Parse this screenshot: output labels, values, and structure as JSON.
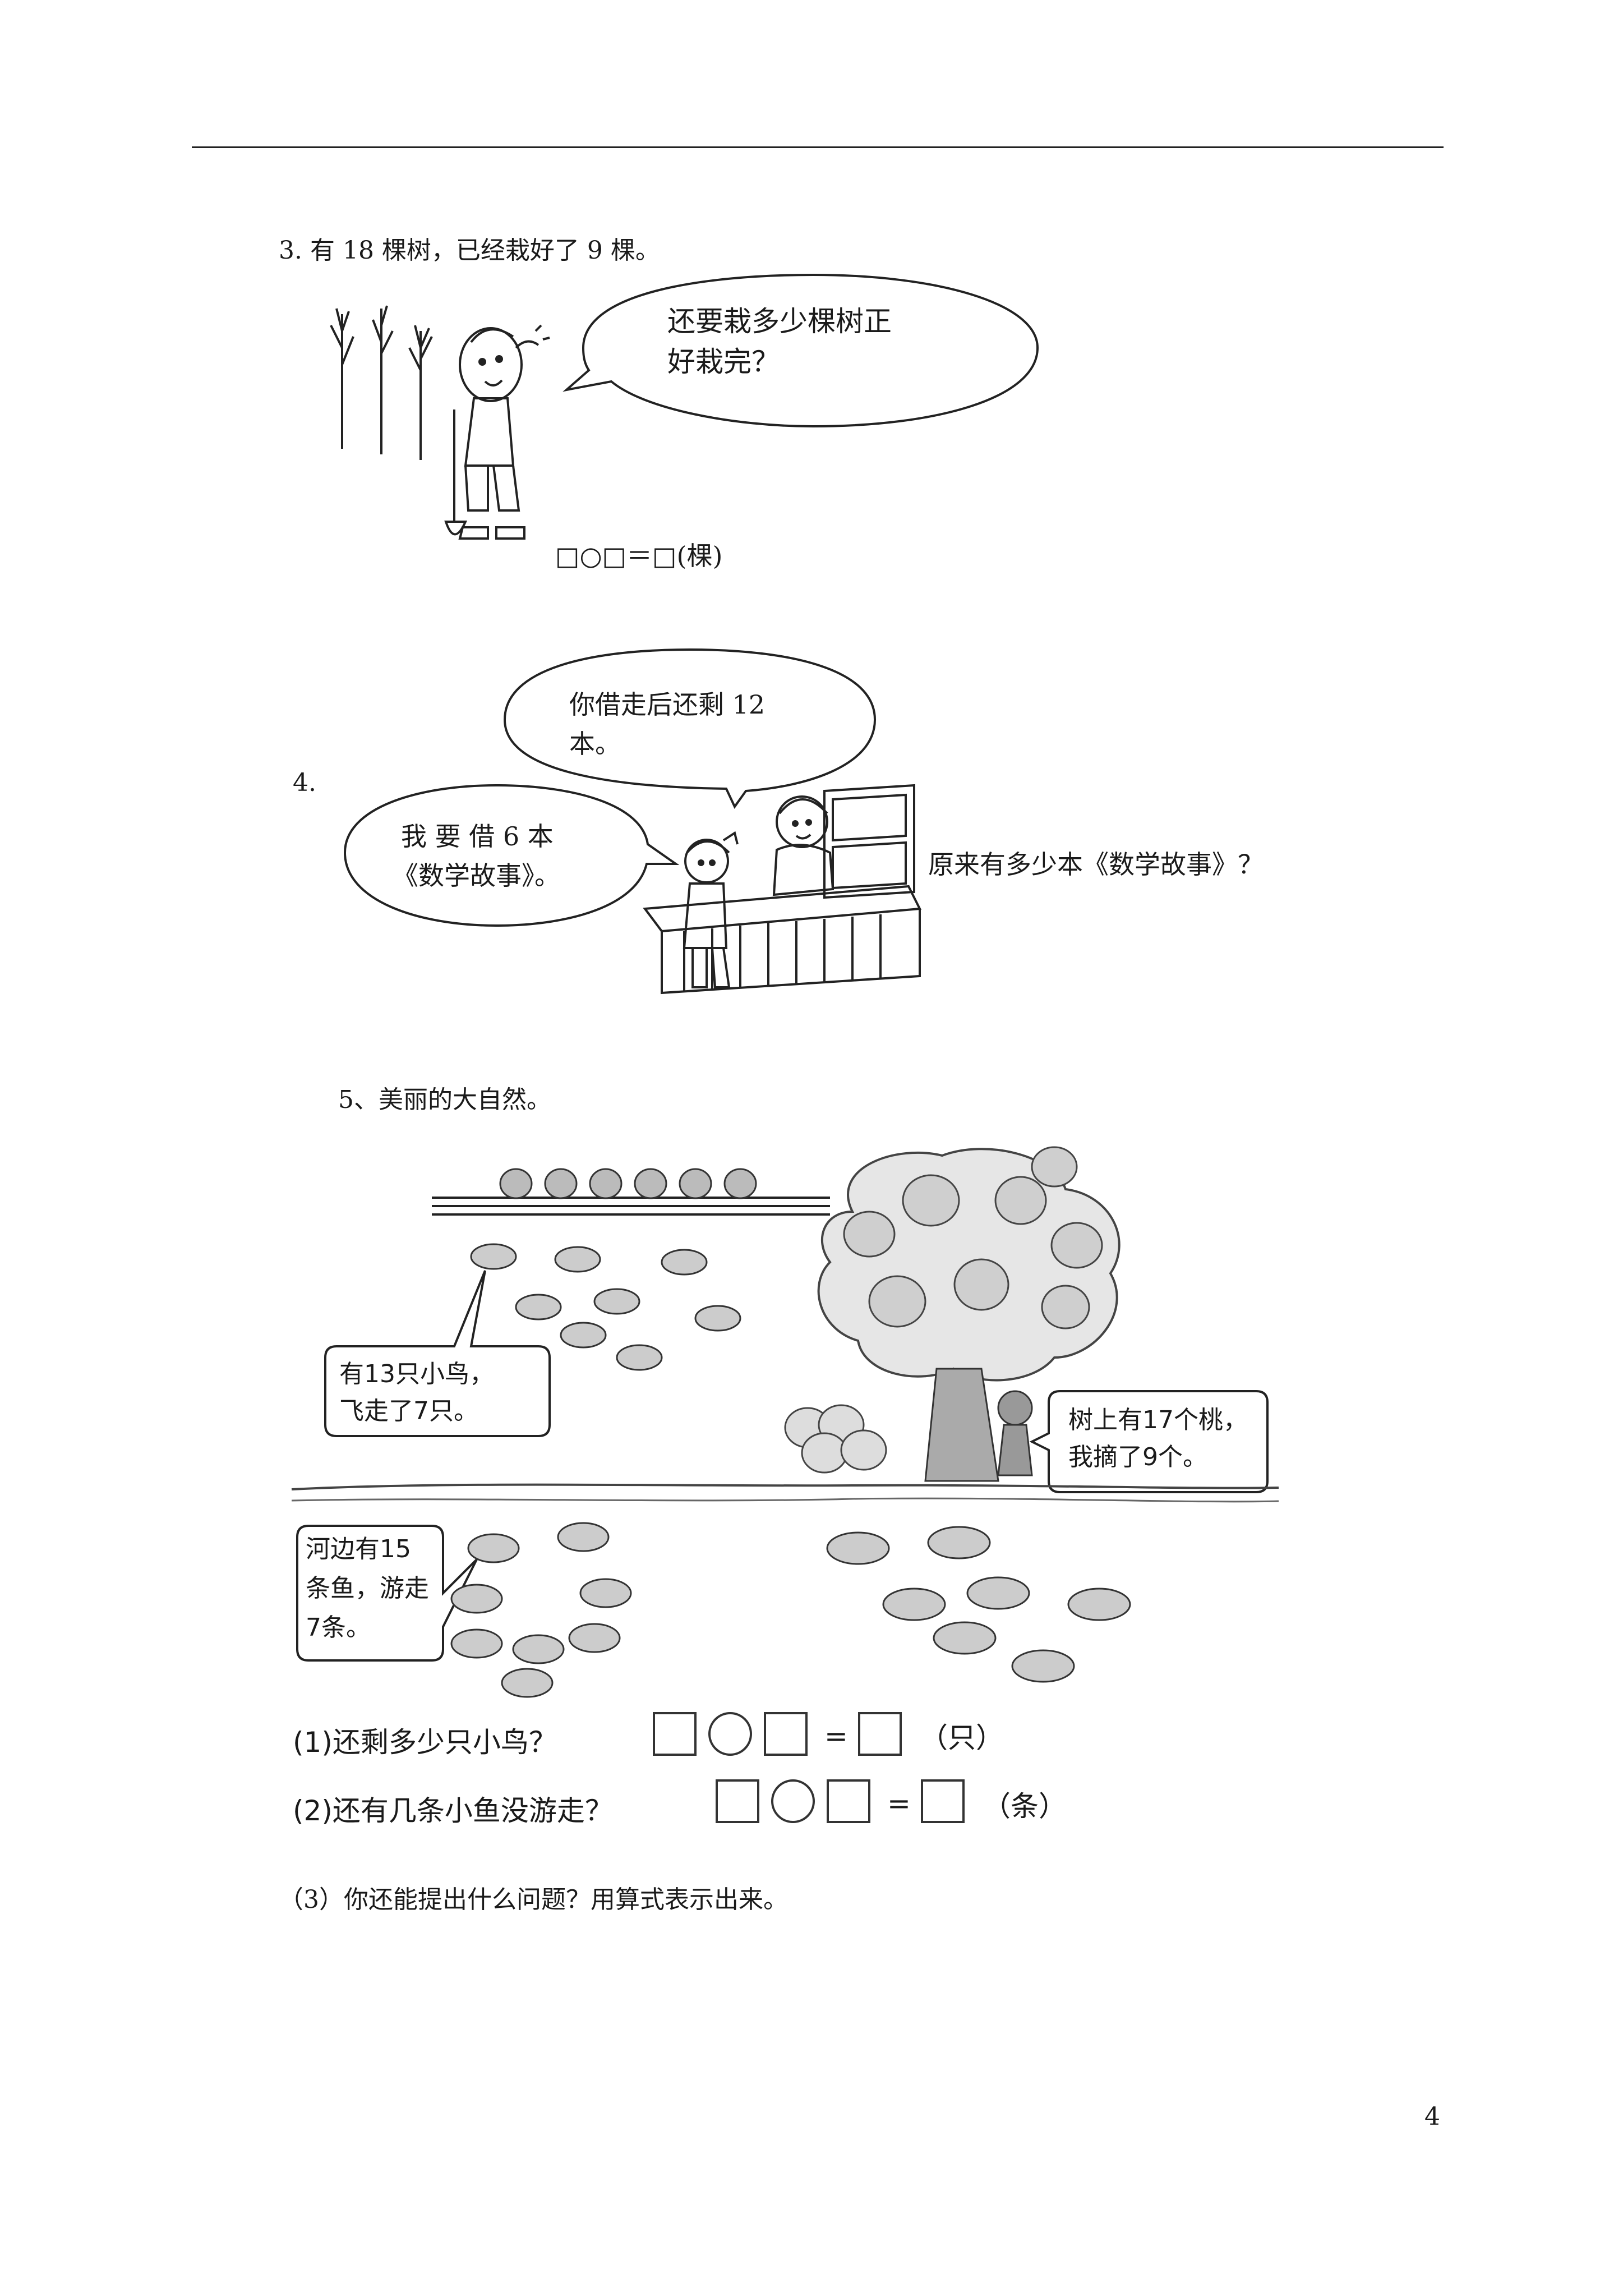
{
  "q3": {
    "label": "3. 有 18 棵树，已经栽好了 9 棵。",
    "bubble_line1": "还要栽多少棵树正",
    "bubble_line2": "好栽完？",
    "formula": "□○□＝□(棵)"
  },
  "q4": {
    "number": "4.",
    "clerk_line1": "你借走后还剩 12",
    "clerk_line2": "本。",
    "girl_line1": "我 要 借 6 本",
    "girl_line2": "《数学故事》。",
    "question": "原来有多少本《数学故事》？"
  },
  "q5": {
    "title": "5、美丽的大自然。",
    "bird_line1": "有13只小鸟，",
    "bird_line2": "飞走了7只。",
    "monkey_line1": "树上有17个桃，",
    "monkey_line2": "我摘了9个。",
    "fish_line1": "河边有15",
    "fish_line2": "条鱼，游走",
    "fish_line3": "7条。",
    "sub1": "(1)还剩多少只小鸟？",
    "sub1_unit": "（只）",
    "sub2": "(2)还有几条小鱼没游走？",
    "sub2_unit": "（条）",
    "equals": "=",
    "sub3": "（3）你还能提出什么问题？用算式表示出来。"
  },
  "page_number": "4"
}
